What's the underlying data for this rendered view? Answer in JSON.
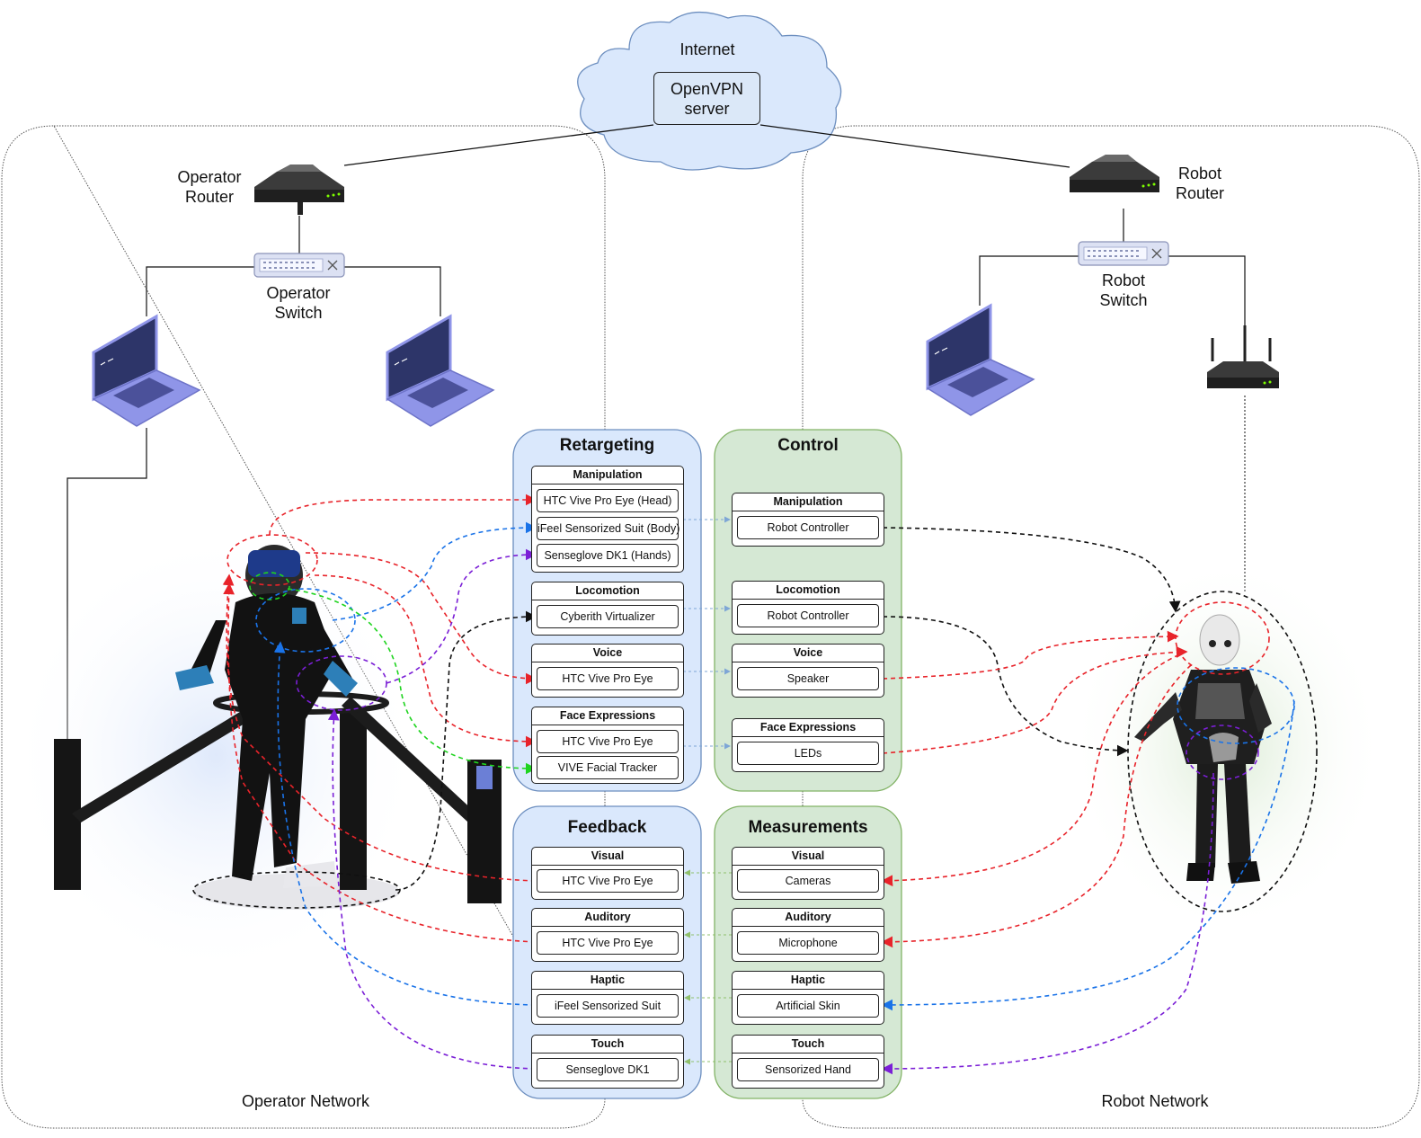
{
  "internet": {
    "label": "Internet",
    "server": "OpenVPN\nserver"
  },
  "operator": {
    "router": "Operator\nRouter",
    "switch": "Operator\nSwitch",
    "network": "Operator Network"
  },
  "robot": {
    "router": "Robot\nRouter",
    "switch": "Robot\nSwitch",
    "network": "Robot Network"
  },
  "panels": {
    "retargeting": {
      "title": "Retargeting",
      "groups": [
        {
          "title": "Manipulation",
          "items": [
            "HTC Vive Pro Eye (Head)",
            "iFeel Sensorized Suit (Body)",
            "Senseglove DK1 (Hands)"
          ]
        },
        {
          "title": "Locomotion",
          "items": [
            "Cyberith Virtualizer"
          ]
        },
        {
          "title": "Voice",
          "items": [
            "HTC Vive Pro Eye"
          ]
        },
        {
          "title": "Face Expressions",
          "items": [
            "HTC Vive Pro Eye",
            "VIVE Facial Tracker"
          ]
        }
      ]
    },
    "control": {
      "title": "Control",
      "groups": [
        {
          "title": "Manipulation",
          "items": [
            "Robot Controller"
          ]
        },
        {
          "title": "Locomotion",
          "items": [
            "Robot Controller"
          ]
        },
        {
          "title": "Voice",
          "items": [
            "Speaker"
          ]
        },
        {
          "title": "Face Expressions",
          "items": [
            "LEDs"
          ]
        }
      ]
    },
    "feedback": {
      "title": "Feedback",
      "groups": [
        {
          "title": "Visual",
          "items": [
            "HTC Vive Pro Eye"
          ]
        },
        {
          "title": "Auditory",
          "items": [
            "HTC Vive Pro Eye"
          ]
        },
        {
          "title": "Haptic",
          "items": [
            "iFeel Sensorized Suit"
          ]
        },
        {
          "title": "Touch",
          "items": [
            "Senseglove DK1"
          ]
        }
      ]
    },
    "measurements": {
      "title": "Measurements",
      "groups": [
        {
          "title": "Visual",
          "items": [
            "Cameras"
          ]
        },
        {
          "title": "Auditory",
          "items": [
            "Microphone"
          ]
        },
        {
          "title": "Haptic",
          "items": [
            "Artificial Skin"
          ]
        },
        {
          "title": "Touch",
          "items": [
            "Sensorized Hand"
          ]
        }
      ]
    }
  },
  "colors": {
    "retargeting_fill": "#dae8fc",
    "retargeting_stroke": "#6c8ebf",
    "control_fill": "#d5e8d4",
    "control_stroke": "#82b366",
    "red": "#e8232a",
    "blue": "#1a73e8",
    "purple": "#7b1fd6",
    "green": "#1fd41f",
    "black": "#111111",
    "cloud_fill": "#dae8fc",
    "laptop": "#8f95e8"
  },
  "icons": [
    "cloud-icon",
    "router-icon",
    "switch-icon",
    "laptop-icon",
    "wifi-router-icon",
    "operator-figure-icon",
    "robot-figure-icon",
    "treadmill-icon"
  ]
}
